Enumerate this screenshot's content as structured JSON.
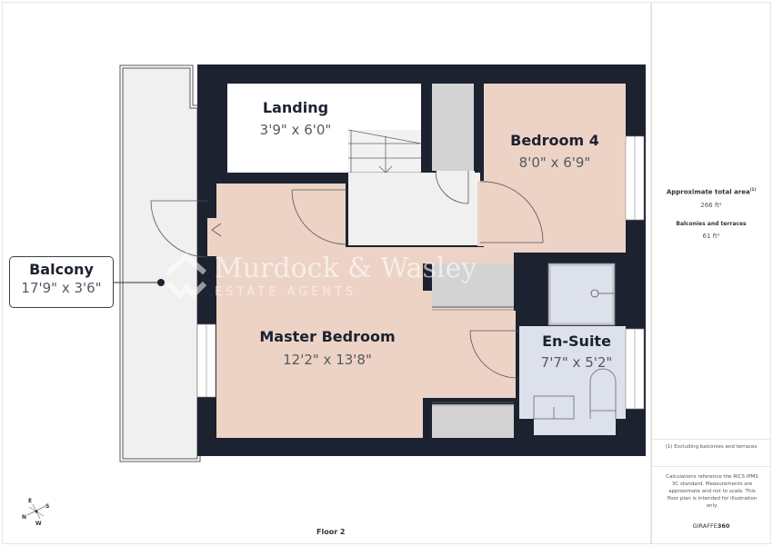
{
  "rooms": {
    "landing": {
      "name": "Landing",
      "dims": "3'9\" x 6'0\""
    },
    "bedroom4": {
      "name": "Bedroom 4",
      "dims": "8'0\" x 6'9\""
    },
    "master": {
      "name": "Master Bedroom",
      "dims": "12'2\" x 13'8\""
    },
    "ensuite": {
      "name": "En-Suite",
      "dims": "7'7\" x 5'2\""
    },
    "balcony": {
      "name": "Balcony",
      "dims": "17'9\" x 3'6\""
    }
  },
  "watermark": {
    "brand": "Murdock & Wasley",
    "tagline": "ESTATE AGENTS"
  },
  "floor": {
    "label": "Floor 2"
  },
  "compass": {
    "n": "N",
    "e": "E",
    "s": "S",
    "w": "W"
  },
  "sidebar": {
    "total_area_label": "Approximate total area",
    "total_area_sup": "(1)",
    "total_area_value": "266 ft²",
    "balconies_label": "Balconies and terraces",
    "balconies_value": "61 ft²",
    "footnote": "(1) Excluding balconies and terraces",
    "disclaimer": "Calculations reference the RICS IPMS 3C standard. Measurements are approximate and not to scale. This floor plan is intended for illustration only.",
    "brand_light": "GIRAFFE",
    "brand_bold": "360"
  },
  "colors": {
    "wall": "#1c2230",
    "bedroom": "#ecd3c6",
    "hall": "#f0f0f0",
    "storage": "#d3d3d3",
    "ensuite": "#dde1ec",
    "balcony": "#f0f0f0"
  }
}
